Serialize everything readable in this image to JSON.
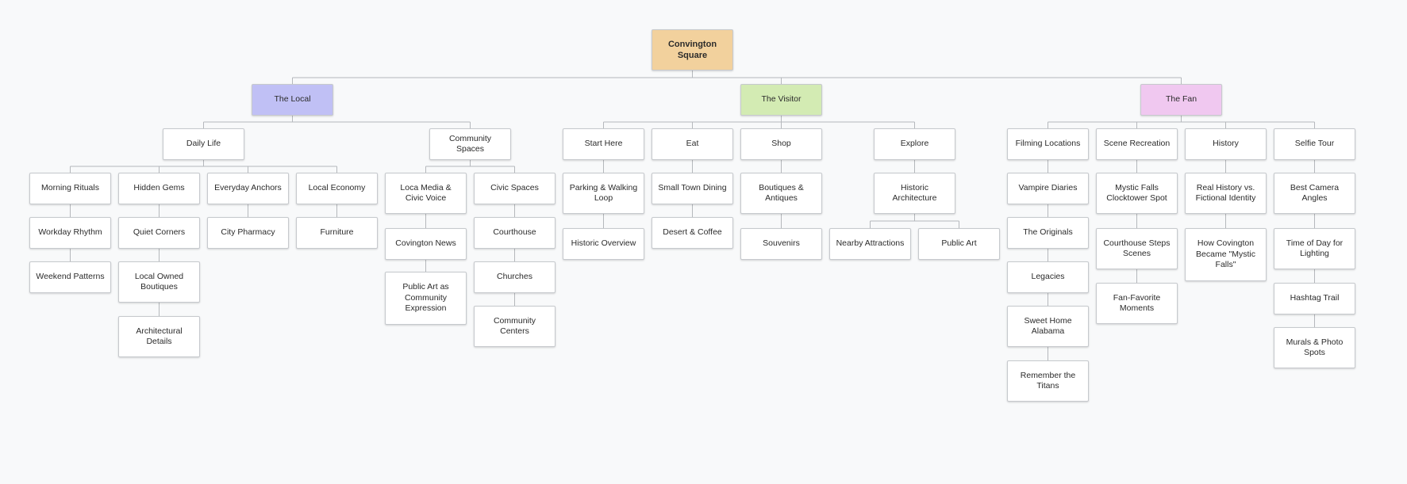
{
  "root": {
    "label": "Convington Square",
    "color": "#f2d19d"
  },
  "branches": [
    {
      "label": "The Local",
      "color": "#c0c0f5"
    },
    {
      "label": "The Visitor",
      "color": "#d3ebb3"
    },
    {
      "label": "The Fan",
      "color": "#f0c8f0"
    }
  ],
  "categories": {
    "daily_life": "Daily Life",
    "community_spaces": "Community Spaces",
    "start_here": "Start Here",
    "eat": "Eat",
    "shop": "Shop",
    "explore": "Explore",
    "filming_locations": "Filming Locations",
    "scene_recreation": "Scene Recreation",
    "history": "History",
    "selfie_tour": "Selfie Tour"
  },
  "topics": {
    "morning_rituals": "Morning Rituals",
    "hidden_gems": "Hidden Gems",
    "everyday_anchors": "Everyday Anchors",
    "local_economy": "Local Economy",
    "loca_media": "Loca Media & Civic Voice",
    "civic_spaces": "Civic Spaces",
    "parking_loop": "Parking & Walking Loop",
    "small_town_dining": "Small Town Dining",
    "boutiques_antiques": "Boutiques & Antiques",
    "historic_architecture": "Historic Architecture",
    "vampire_diaries": "Vampire Diaries",
    "mystic_falls_clocktower": "Mystic Falls Clocktower Spot",
    "real_vs_fictional": "Real History vs. Fictional Identity",
    "best_camera_angles": "Best Camera Angles"
  },
  "details": {
    "workday_rhythm": "Workday Rhythm",
    "weekend_patterns": "Weekend Patterns",
    "quiet_corners": "Quiet Corners",
    "local_owned_boutiques": "Local Owned Boutiques",
    "architectural_details": "Architectural Details",
    "city_pharmacy": "City Pharmacy",
    "furniture": "Furniture",
    "covington_news": "Covington News",
    "public_art_expression": "Public Art as Community Expression",
    "courthouse": "Courthouse",
    "churches": "Churches",
    "community_centers": "Community Centers",
    "historic_overview": "Historic Overview",
    "desert_coffee": "Desert & Coffee",
    "souvenirs": "Souvenirs",
    "nearby_attractions": "Nearby Attractions",
    "public_art": "Public Art",
    "the_originals": "The Originals",
    "legacies": "Legacies",
    "sweet_home_alabama": "Sweet Home Alabama",
    "remember_the_titans": "Remember the Titans",
    "courthouse_steps": "Courthouse Steps Scenes",
    "fan_favorite_moments": "Fan-Favorite Moments",
    "how_covington_became": "How Covington Became \"Mystic Falls\"",
    "time_of_day": "Time of Day for Lighting",
    "hashtag_trail": "Hashtag Trail",
    "murals_photo_spots": "Murals & Photo Spots"
  },
  "style": {
    "line_color": "#b5b8bc",
    "node_border": "#c6c9cd"
  }
}
